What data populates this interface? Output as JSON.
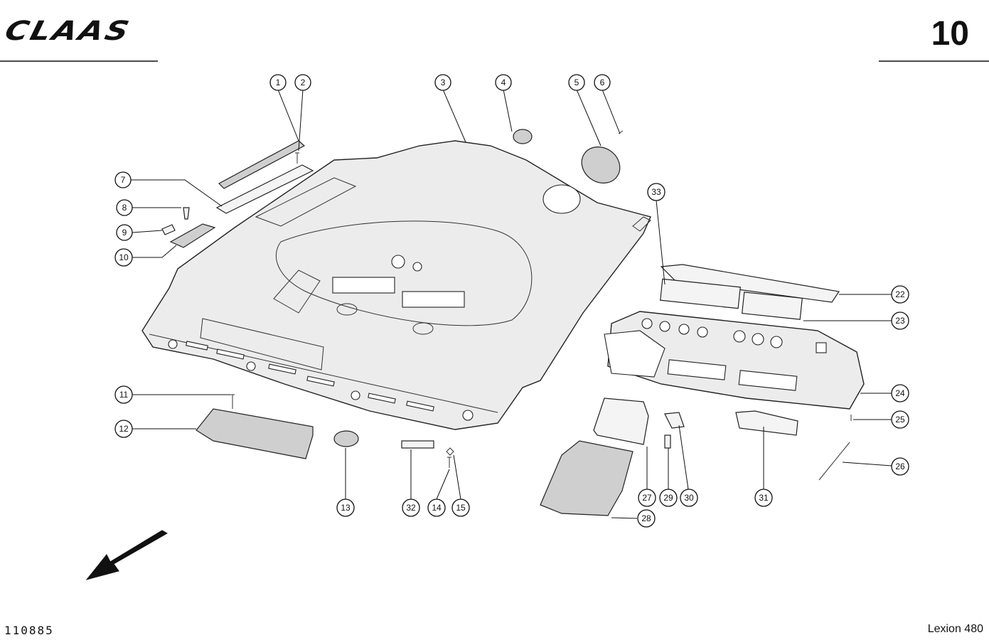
{
  "header": {
    "brand": "CLAAS",
    "page_number": "10"
  },
  "footer": {
    "document_id": "110885",
    "model": "Lexion 480"
  },
  "callouts": [
    "1",
    "2",
    "3",
    "4",
    "5",
    "6",
    "7",
    "8",
    "9",
    "10",
    "11",
    "12",
    "13",
    "14",
    "15",
    "22",
    "23",
    "24",
    "25",
    "26",
    "27",
    "28",
    "29",
    "30",
    "31",
    "32",
    "33"
  ],
  "icons": {
    "direction_arrow": "arrow-down-left-icon"
  }
}
